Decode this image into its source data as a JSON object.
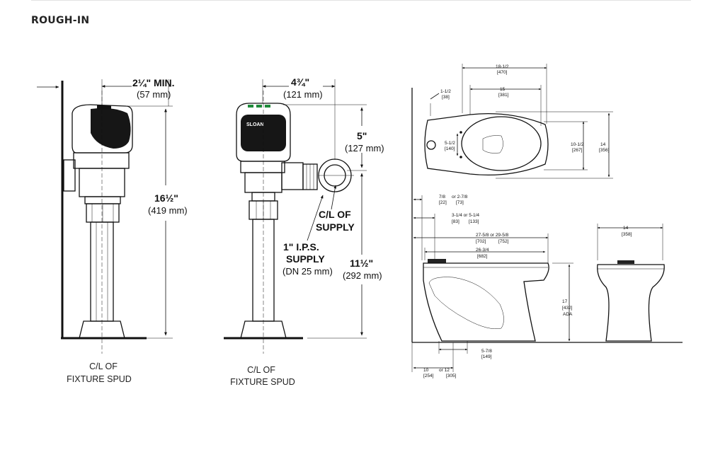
{
  "section_title": "ROUGH-IN",
  "valve_side": {
    "offset_label": "2¼\" MIN.",
    "offset_metric": "(57 mm)",
    "height_label": "16½\"",
    "height_metric": "(419 mm)",
    "caption_line1": "C/L OF",
    "caption_line2": "FIXTURE SPUD"
  },
  "valve_front": {
    "brand": "SLOAN",
    "offset_label": "4¾\"",
    "offset_metric": "(121 mm)",
    "top_label": "5\"",
    "top_metric": "(127 mm)",
    "supply_cl_line1": "C/L OF",
    "supply_cl_line2": "SUPPLY",
    "ips_line1": "1\" I.P.S.",
    "ips_line2": "SUPPLY",
    "ips_line3": "(DN 25 mm)",
    "height_label": "11½\"",
    "height_metric": "(292 mm)",
    "caption_line1": "C/L OF",
    "caption_line2": "FIXTURE SPUD"
  },
  "bowl_plan": {
    "d1": "1-1/2",
    "d1m": "[38]",
    "d2": "18-1/2",
    "d2m": "[470]",
    "d3": "15",
    "d3m": "[381]",
    "d4": "5-1/2",
    "d4m": "[140]",
    "d5": "10-1/2",
    "d5m": "[267]",
    "d6": "14",
    "d6m": "[356]"
  },
  "bowl_side": {
    "a1": "7/8",
    "a1m": "[22]",
    "a1alt": "or 2-7/8",
    "a1altm": "[73]",
    "a2": "3-1/4 or 5-1/4",
    "a2m": "[83]",
    "a2altm": "[133]",
    "a3": "27-5/8 or 29-5/8",
    "a3m": "[702]",
    "a3altm": "[752]",
    "a4": "26-3/4",
    "a4m": "[682]",
    "h1": "17",
    "h1m": "[432]",
    "h1note": "ADA",
    "b1": "5-7/8",
    "b1m": "[149]",
    "b2": "10",
    "b2m": "[254]",
    "b2alt": "or 12",
    "b2altm": "[305]"
  },
  "bowl_front": {
    "w1": "14",
    "w1m": "[358]"
  }
}
